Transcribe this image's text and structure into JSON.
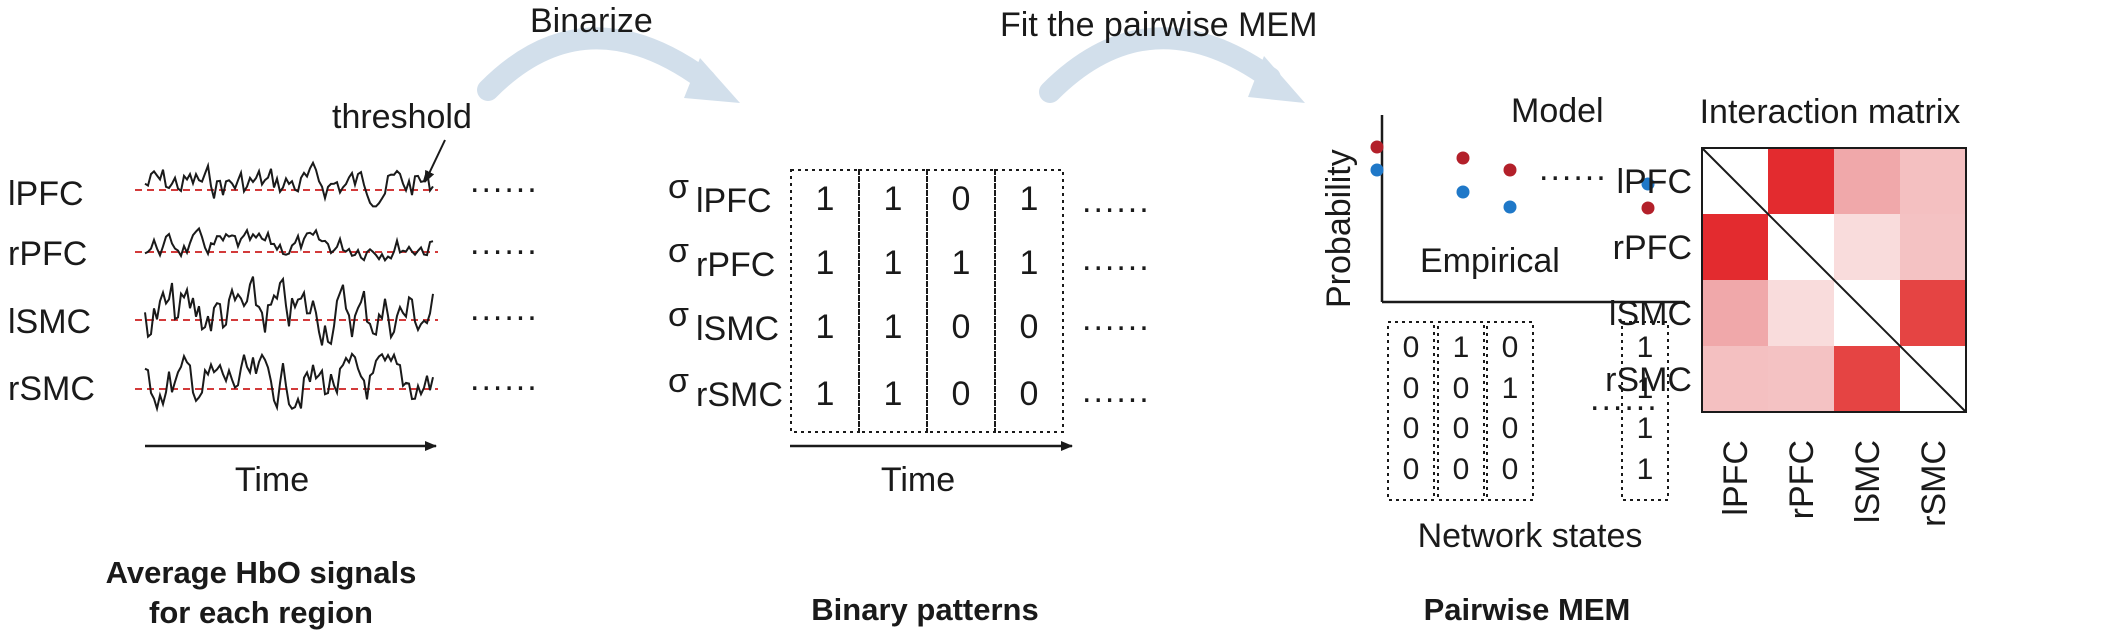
{
  "regions": [
    "lPFC",
    "rPFC",
    "lSMC",
    "rSMC"
  ],
  "panel1": {
    "threshold_label": "threshold",
    "time_label": "Time",
    "ellipsis": "......",
    "caption_line1": "Average HbO signals",
    "caption_line2": "for each region"
  },
  "arrow1_label": "Binarize",
  "panel2": {
    "sigma": "σ",
    "time_label": "Time",
    "ellipsis": "......",
    "columns": [
      [
        "1",
        "1",
        "1",
        "1"
      ],
      [
        "1",
        "1",
        "1",
        "1"
      ],
      [
        "0",
        "1",
        "0",
        "0"
      ],
      [
        "1",
        "1",
        "0",
        "0"
      ]
    ],
    "caption": "Binary patterns"
  },
  "arrow2_label": "Fit the pairwise MEM",
  "panel3": {
    "ylabel": "Probability",
    "model_label": "Model",
    "empirical_label": "Empirical",
    "model_color": "#b3202a",
    "empirical_color": "#1f78c8",
    "ellipsis": "......",
    "states": [
      [
        "0",
        "0",
        "0",
        "0"
      ],
      [
        "1",
        "0",
        "0",
        "0"
      ],
      [
        "0",
        "1",
        "0",
        "0"
      ],
      [
        "1",
        "1",
        "1",
        "1"
      ]
    ],
    "xlabel": "Network states",
    "caption": "Pairwise MEM"
  },
  "matrix": {
    "title": "Interaction matrix",
    "row_labels": [
      "lPFC",
      "rPFC",
      "lSMC",
      "rSMC"
    ],
    "col_labels": [
      "lPFC",
      "rPFC",
      "lSMC",
      "rSMC"
    ],
    "cell_colors": [
      [
        "#ffffff",
        "#e32b2f",
        "#f0a8aa",
        "#f4c0c1"
      ],
      [
        "#e32b2f",
        "#ffffff",
        "#f9dcdc",
        "#f4c2c3"
      ],
      [
        "#f0a8aa",
        "#f9dcdc",
        "#ffffff",
        "#e54443"
      ],
      [
        "#f4c0c1",
        "#f4c2c3",
        "#e54443",
        "#ffffff"
      ]
    ]
  }
}
